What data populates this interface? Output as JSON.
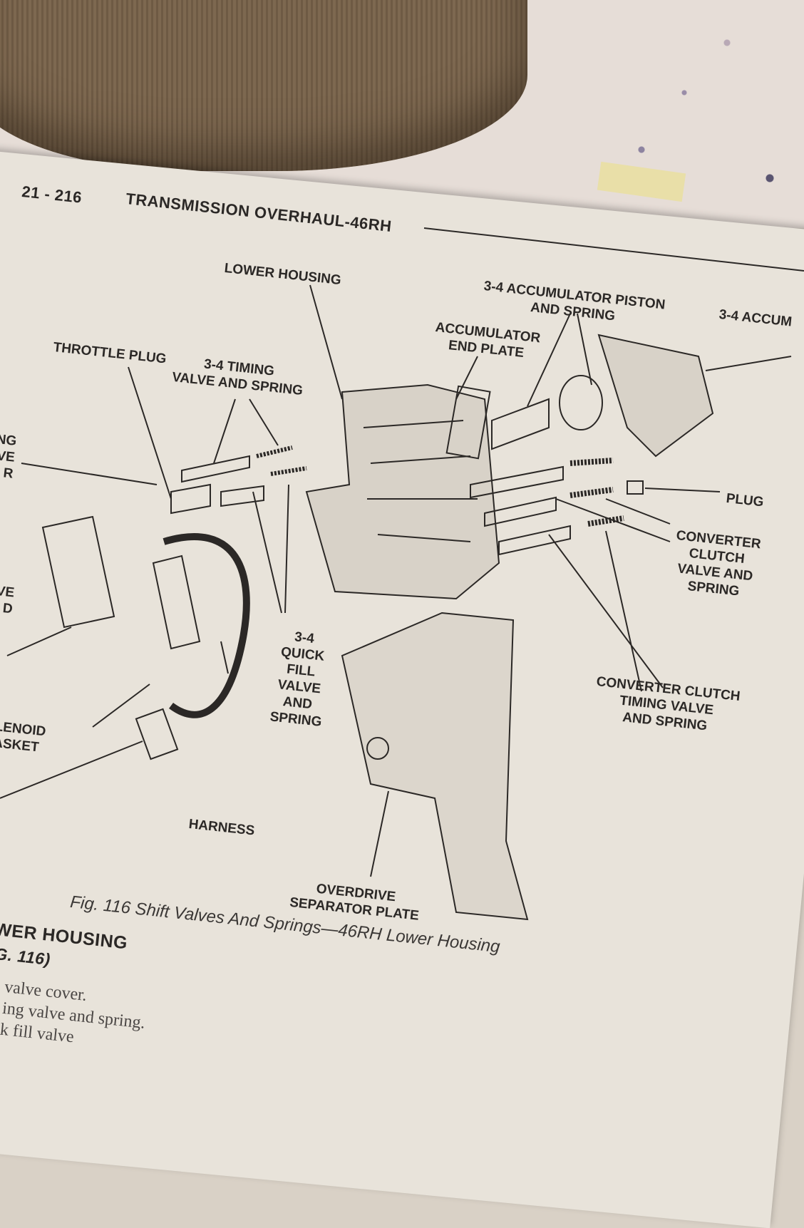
{
  "header": {
    "page_number": "21 - 216",
    "title": "TRANSMISSION OVERHAUL-46RH"
  },
  "labels": {
    "lower_housing": "LOWER HOUSING",
    "accumulator_piston": "3-4 ACCUMULATOR PISTON\nAND SPRING",
    "accumulator_cut": "3-4 ACCUM",
    "accumulator_end_plate": "ACCUMULATOR\nEND PLATE",
    "throttle_plug": "THROTTLE PLUG",
    "timing_valve": "3-4 TIMING\nVALVE AND SPRING",
    "left_cut_1": "NG\nVE\nR",
    "plug": "PLUG",
    "converter_clutch_valve": "CONVERTER\nCLUTCH\nVALVE AND\nSPRING",
    "left_cut_2": "VE\nD",
    "quick_fill": "3-4\nQUICK\nFILL\nVALVE\nAND\nSPRING",
    "converter_clutch_timing": "CONVERTER CLUTCH\nTIMING VALVE\nAND SPRING",
    "solenoid_gasket": "LENOID\nASKET",
    "harness": "HARNESS",
    "overdrive_plate": "OVERDRIVE\nSEPARATOR PLATE"
  },
  "caption": "Fig. 116 Shift Valves And Springs—46RH Lower Housing",
  "section": {
    "heading": "WER HOUSING",
    "subheading": "G. 116)"
  },
  "body_lines": "valve cover.\ning valve and spring.\nk fill valve"
}
